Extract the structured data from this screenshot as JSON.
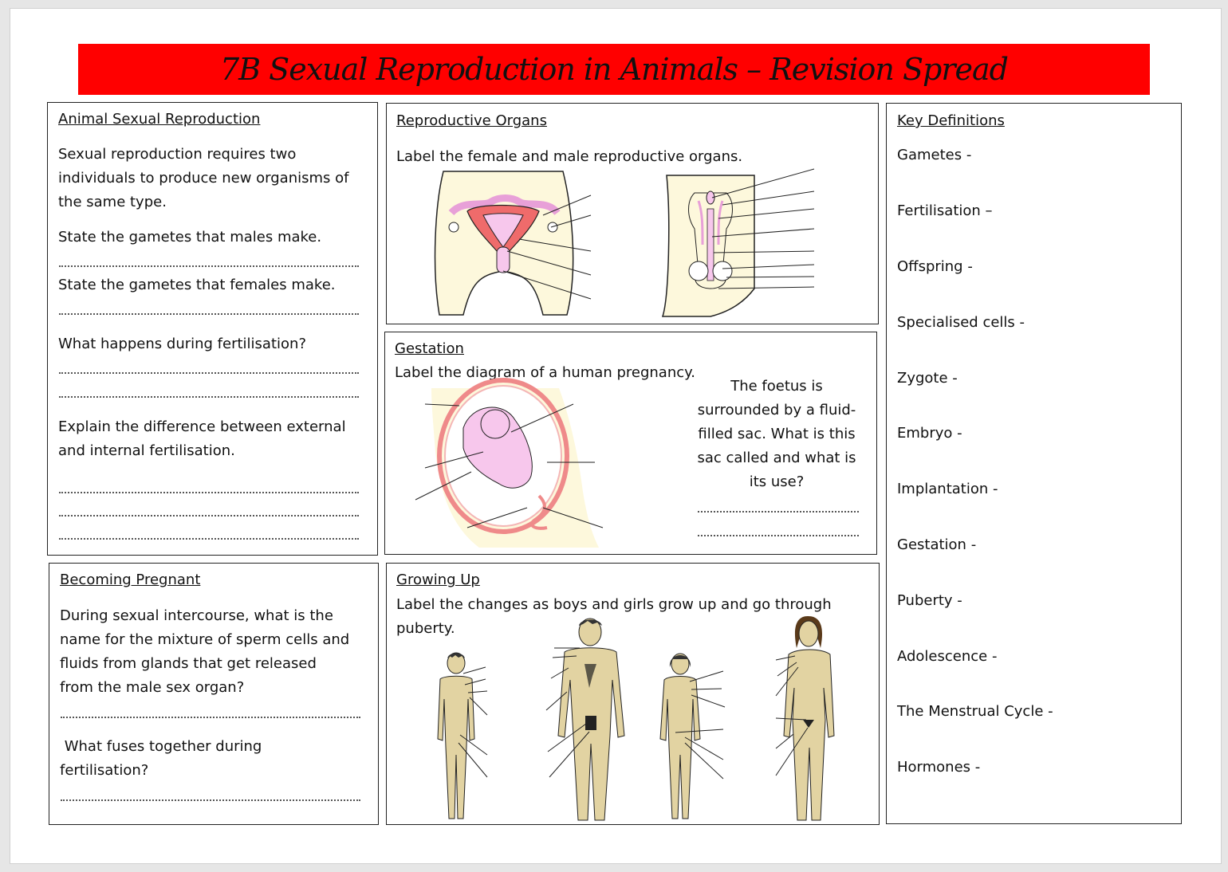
{
  "title": "7B Sexual Reproduction in Animals – Revision Spread",
  "colors": {
    "title_bar": "#ff0000",
    "body_skin": "#e2d3a2",
    "uterus": "#ef6b6b",
    "cream": "#fdf8dc",
    "pink": "#f7c7ec"
  },
  "animal_sexual_reproduction": {
    "heading": "Animal Sexual Reproduction",
    "intro_1": "Sexual reproduction requires two",
    "intro_2": "individuals to produce new organisms of",
    "intro_3": "the same type.",
    "q1": "State the gametes that males make.",
    "q2": "State the gametes that females make.",
    "q3": "What happens during fertilisation?",
    "q4_1": "Explain the difference between external",
    "q4_2": "and internal fertilisation."
  },
  "reproductive_organs": {
    "heading": "Reproductive Organs",
    "instruction": "Label the female and male reproductive organs."
  },
  "gestation": {
    "heading": "Gestation",
    "instruction": "Label the diagram of a human pregnancy.",
    "q_1": "The foetus is",
    "q_2": "surrounded by a fluid-",
    "q_3": "filled sac. What is this",
    "q_4": "sac called and what is",
    "q_5": "its use?"
  },
  "becoming_pregnant": {
    "heading": "Becoming Pregnant",
    "q1_1": "During sexual intercourse, what is the",
    "q1_2": "name for the mixture of sperm cells and",
    "q1_3": "fluids from glands that get released",
    "q1_4": "from the male sex organ?",
    "q2_1": " What fuses together during",
    "q2_2": "fertilisation?"
  },
  "growing_up": {
    "heading": "Growing Up",
    "instruction_1": "Label the changes as boys and girls grow up and go through",
    "instruction_2": "puberty."
  },
  "key_definitions": {
    "heading": "Key Definitions",
    "terms": [
      "Gametes -",
      "Fertilisation –",
      "Offspring -",
      "Specialised cells -",
      "Zygote -",
      "Embryo -",
      "Implantation -",
      "Gestation -",
      "Puberty -",
      "Adolescence -",
      "The Menstrual Cycle -",
      "Hormones -"
    ]
  }
}
